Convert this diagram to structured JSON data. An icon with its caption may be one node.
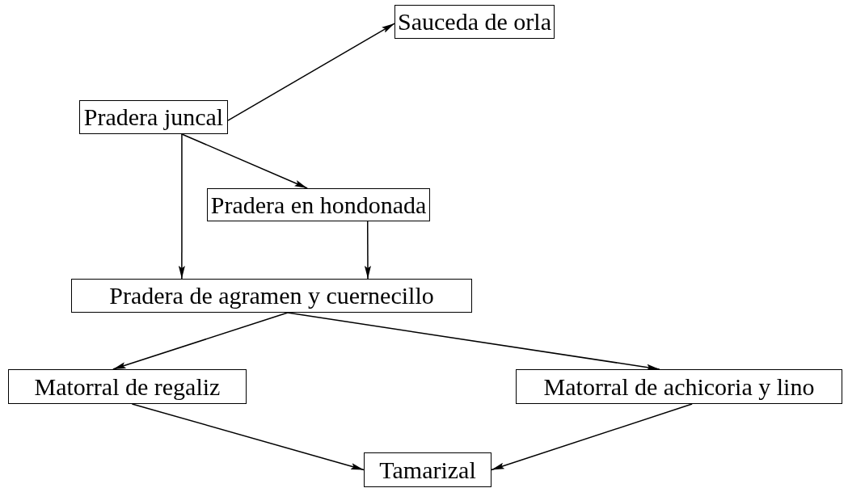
{
  "diagram": {
    "nodes": [
      {
        "text": [
          "Sauceda de orla"
        ]
      },
      {
        "text": [
          "Pradera juncal"
        ]
      },
      {
        "text": [
          "Pradera en hondonada"
        ]
      },
      {
        "text": [
          "Pradera de agramen y cuernecillo"
        ]
      },
      {
        "text": [
          "Matorral de regaliz"
        ]
      },
      {
        "text": [
          "Matorral de achicoria y lino"
        ]
      },
      {
        "text": [
          "Tamarizal"
        ]
      }
    ],
    "edges": [
      {
        "from": 1,
        "to": 0,
        "arrow": "to"
      },
      {
        "from": 1,
        "to": 2,
        "arrow": "to"
      },
      {
        "from": 1,
        "to": 3,
        "arrow": "to"
      },
      {
        "from": 2,
        "to": 3,
        "arrow": "to"
      },
      {
        "from": 3,
        "to": 4,
        "arrow": "to"
      },
      {
        "from": 3,
        "to": 5,
        "arrow": "to"
      },
      {
        "from": 4,
        "to": 6,
        "arrow": "to"
      },
      {
        "from": 5,
        "to": 6,
        "arrow": "to"
      }
    ]
  }
}
